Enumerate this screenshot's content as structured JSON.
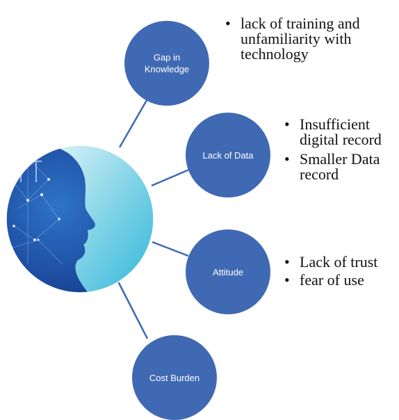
{
  "nodes": [
    {
      "id": "gap",
      "label_line1": "Gap in",
      "label_line2": "Knowledge",
      "bullets": [
        "lack of training and unfamiliarity with technology"
      ]
    },
    {
      "id": "data",
      "label": "Lack of Data",
      "bullets": [
        "Insufficient digital record",
        "Smaller Data record"
      ]
    },
    {
      "id": "attitude",
      "label": "Attitude",
      "bullets": [
        "Lack of trust",
        "fear of use"
      ]
    },
    {
      "id": "cost",
      "label": "Cost Burden",
      "bullets": []
    }
  ],
  "bullet_symbol": "•",
  "colors": {
    "node_fill": "#4069b3",
    "connector": "#4069b3",
    "text": "#111111"
  },
  "central_image": "ai-face-profile-image"
}
